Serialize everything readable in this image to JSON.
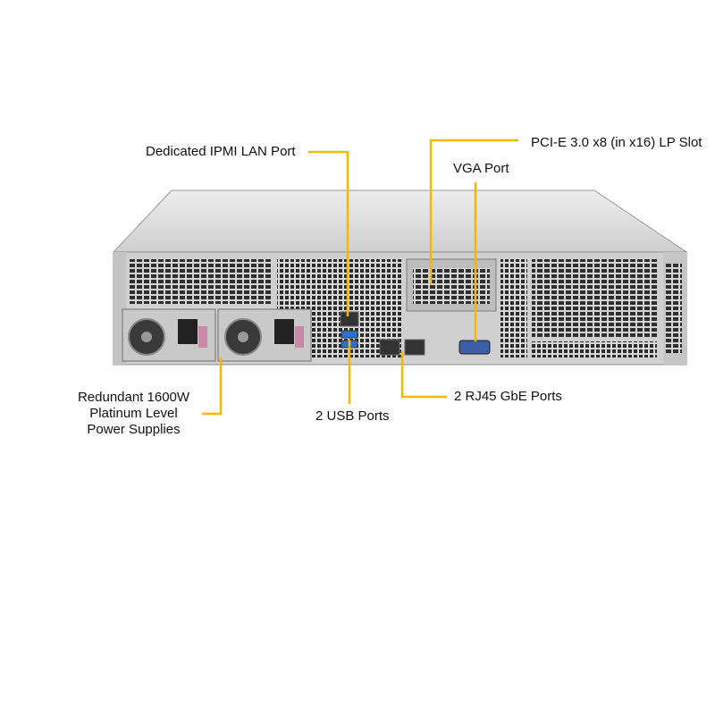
{
  "title": "Server rear panel callouts",
  "colors": {
    "callout_line": "#f5b800",
    "chassis_top": "#e2e2e2",
    "chassis_panel": "#d2d2d2",
    "vent": "#2a2a2a",
    "port_blue": "#2f6fd0",
    "vga_blue": "#3d5fa8",
    "psu_handle": "#c98aa7"
  },
  "callouts": {
    "ipmi": "Dedicated IPMI LAN Port",
    "pcie": "PCI-E 3.0 x8 (in x16) LP Slot",
    "vga": "VGA Port",
    "psu": [
      "Redundant 1600W",
      "Platinum Level",
      "Power Supplies"
    ],
    "usb": "2 USB Ports",
    "rj45": "2 RJ45 GbE Ports"
  }
}
